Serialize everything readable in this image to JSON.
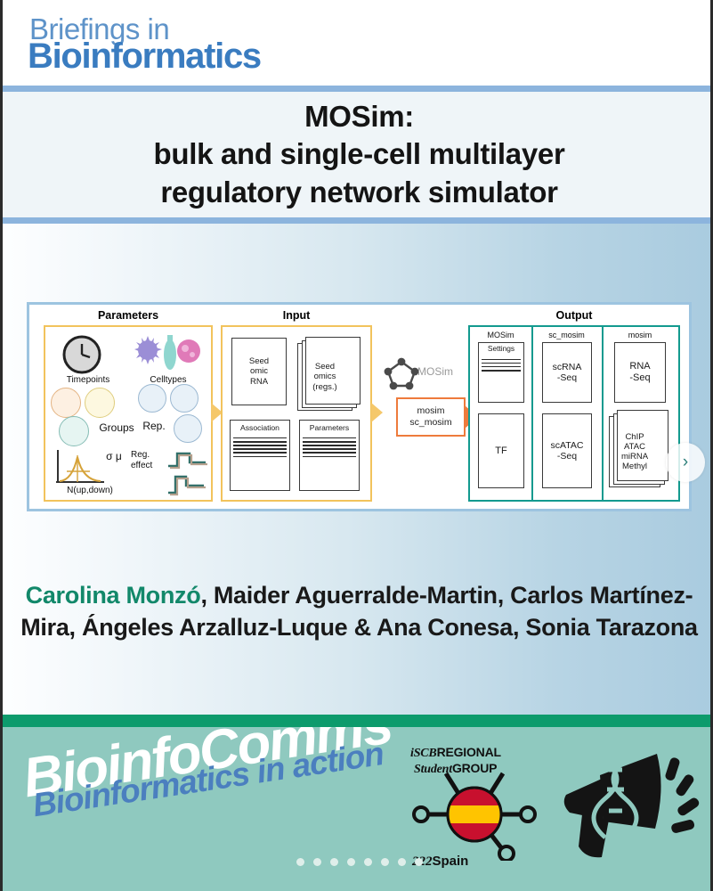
{
  "journal": {
    "line1": "Briefings in",
    "line2": "Bioinformatics"
  },
  "article": {
    "title_lines": [
      "MOSim:",
      "bulk and single-cell multilayer",
      "regulatory network simulator"
    ],
    "authors_prefix": "Carolina Monzó",
    "authors_rest": ", Maider Aguerralde-Martin, Carlos Martínez-Mira, Ángeles Arzalluz-Luque & Ana Conesa, Sonia Tarazona"
  },
  "figure": {
    "panels": {
      "parameters": {
        "heading": "Parameters",
        "items": [
          {
            "label": "Timepoints",
            "icon": "clock-icon"
          },
          {
            "label": "Celltypes",
            "icon": "cells-icon"
          },
          {
            "label": "Groups",
            "icon": "group-circles-icon"
          },
          {
            "label": "Rep.",
            "icon": "replicate-circles-icon"
          },
          {
            "label": "N(up,down)",
            "icon": "normal-curve-icon"
          },
          {
            "label": "Reg. effect",
            "icon": "step-plot-icon"
          }
        ],
        "sigma_mu": "σ μ"
      },
      "input": {
        "heading": "Input",
        "docs": [
          "Seed omic RNA",
          "Seed omics (regs.)",
          "Association",
          "Parameters"
        ],
        "doc_lines": {
          "seed_rna": [
            "Seed",
            "omic",
            "RNA"
          ],
          "seed_regs": [
            "Seed",
            "omics",
            "(regs.)"
          ],
          "association": "Association",
          "parameters": "Parameters"
        }
      },
      "engine": {
        "logo_label": "MOSim",
        "box_lines": [
          "mosim",
          "sc_mosim"
        ]
      },
      "output": {
        "heading": "Output",
        "columns": [
          {
            "header": "MOSim",
            "items": [
              {
                "lines": [
                  "Settings"
                ],
                "has_lines": true
              },
              {
                "lines": [
                  "TF"
                ],
                "has_lines": false
              }
            ]
          },
          {
            "header": "sc_mosim",
            "items": [
              {
                "lines": [
                  "scRNA",
                  "-Seq"
                ],
                "has_lines": false
              },
              {
                "lines": [
                  "scATAC",
                  "-Seq"
                ],
                "has_lines": false
              }
            ]
          },
          {
            "header": "mosim",
            "items": [
              {
                "lines": [
                  "RNA",
                  "-Seq"
                ],
                "has_lines": false
              },
              {
                "lines": [
                  "ChIP",
                  "ATAC",
                  "miRNA",
                  "Methyl"
                ],
                "has_lines": false
              }
            ]
          }
        ]
      }
    }
  },
  "footer": {
    "brand_main": "BioinfoComms",
    "brand_sub": "Bioinformatics in action",
    "iscb": {
      "line1_a": "iSCB",
      "line1_b": "REGIONAL",
      "line2_a": "Student",
      "line2_b": "GROUP",
      "country": "Spain",
      "country_prefix": "222"
    },
    "megaphone_icon": "megaphone-dna-icon",
    "carousel_dots": 8,
    "active_dot_index": 0
  },
  "controls": {
    "next_label": "›"
  },
  "colors": {
    "journal_blue": "#3a7cc0",
    "title_band_bg": "#eff5f8",
    "band_rule": "#8cb4dd",
    "author_highlight": "#12886a",
    "footer_green": "#0d9b6c",
    "footer_teal": "#8fc9bf",
    "panel_gold": "#f2c35c",
    "panel_teal": "#139a8f",
    "accent_orange": "#ee7b3c"
  }
}
